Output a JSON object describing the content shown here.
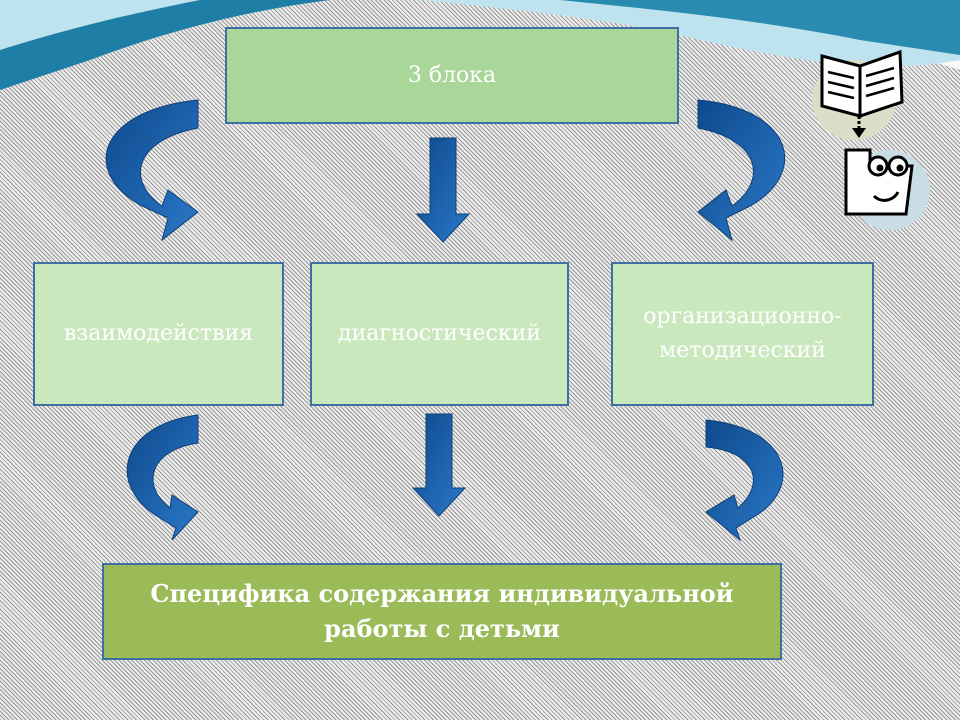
{
  "diagram": {
    "top_block": "3 блока",
    "blocks": [
      {
        "label": "взаимодействия"
      },
      {
        "label": "диагностический"
      },
      {
        "label": "организационно-методический"
      }
    ],
    "result": "Специфика содержания индивидуальной работы с детьми"
  },
  "colors": {
    "arrow_fill": "#1a5ea8",
    "top_fill": "#a9d79a",
    "mid_fill": "#c9e8bd",
    "bottom_fill": "#9bbb59",
    "border": "#3f6ea3",
    "wave": "#2a8bb0"
  },
  "icons": [
    "book-icon",
    "reader-face-icon"
  ]
}
